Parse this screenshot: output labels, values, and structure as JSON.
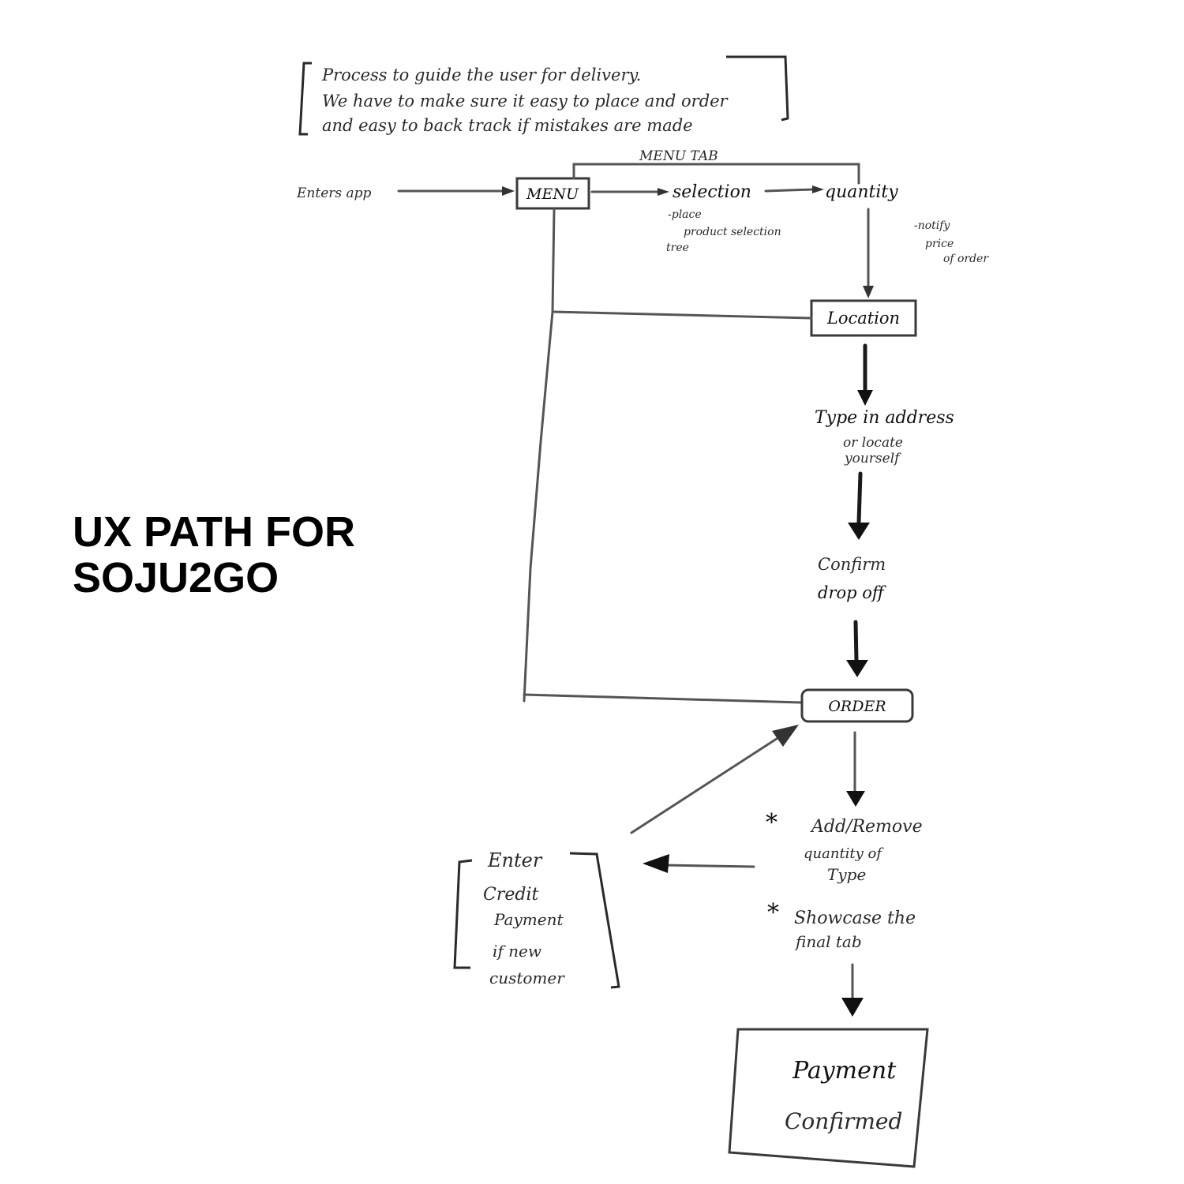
{
  "title": {
    "line1": "UX PATH FOR",
    "line2": "SOJU2GO"
  },
  "note": {
    "lines": [
      "Process to guide the user for delivery.",
      "We have to make sure it easy to place and order",
      "and easy to back track if mistakes are made"
    ]
  },
  "flow": {
    "enter_app": "Enters app",
    "menu_tab": "MENU TAB",
    "menu": "MENU",
    "selection": "selection",
    "selection_note": [
      "-place",
      "product selection",
      "tree"
    ],
    "quantity": "quantity",
    "quantity_note": [
      "-notify",
      "price",
      "of order"
    ],
    "location": "Location",
    "address": [
      "Type in address",
      "or locate",
      "yourself"
    ],
    "confirm": [
      "Confirm",
      "drop off"
    ],
    "order": "ORDER",
    "add_remove": [
      "Add/Remove",
      "quantity of",
      "Type"
    ],
    "showcase": [
      "Showcase the",
      "final tab"
    ],
    "asterisk": "*",
    "credit": [
      "Enter",
      "Credit",
      "Payment",
      "if new",
      "customer"
    ],
    "payment": [
      "Payment",
      "Confirmed"
    ]
  }
}
